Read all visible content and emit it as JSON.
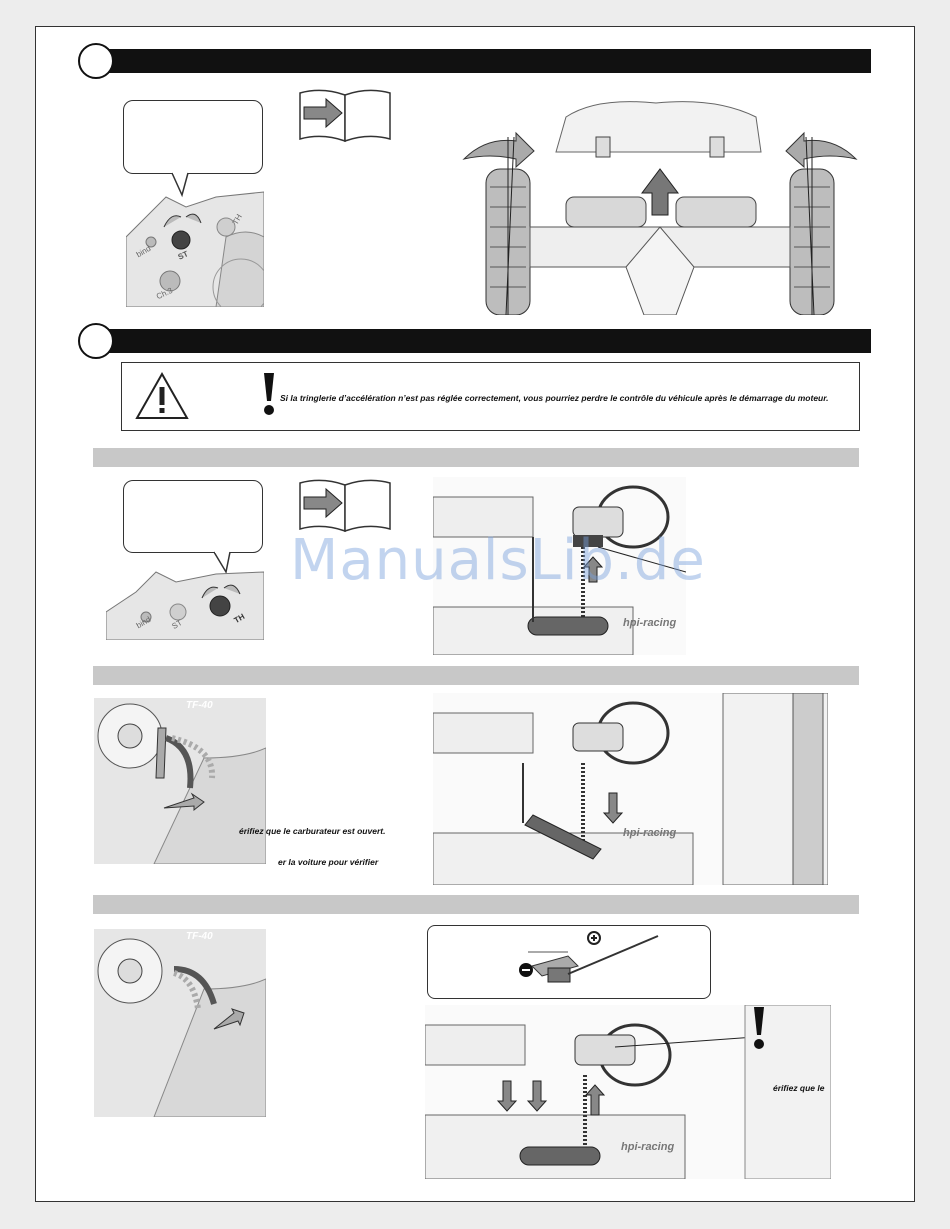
{
  "warning": {
    "text": "Si la tringlerie d’accélération n’est pas réglée correctement, vous pourriez perdre le contrôle du véhicule après le démarrage du moteur."
  },
  "transmitter_top": {
    "labels": {
      "bind": "bind",
      "st": "ST",
      "th": "TH",
      "ch3": "Ch.3"
    }
  },
  "transmitter_mid": {
    "labels": {
      "bind": "bind",
      "st": "ST",
      "th": "TH"
    }
  },
  "transmitter_grip": {
    "model_label": "TF-40"
  },
  "captions": {
    "carb_open": "érifiez que le carburateur est ouvert.",
    "verify_car": "er  la  voiture  pour  vérifier",
    "verify_right": "érifiez que le"
  },
  "brand": "hpi-racing",
  "watermark": "ManualsLib.de"
}
